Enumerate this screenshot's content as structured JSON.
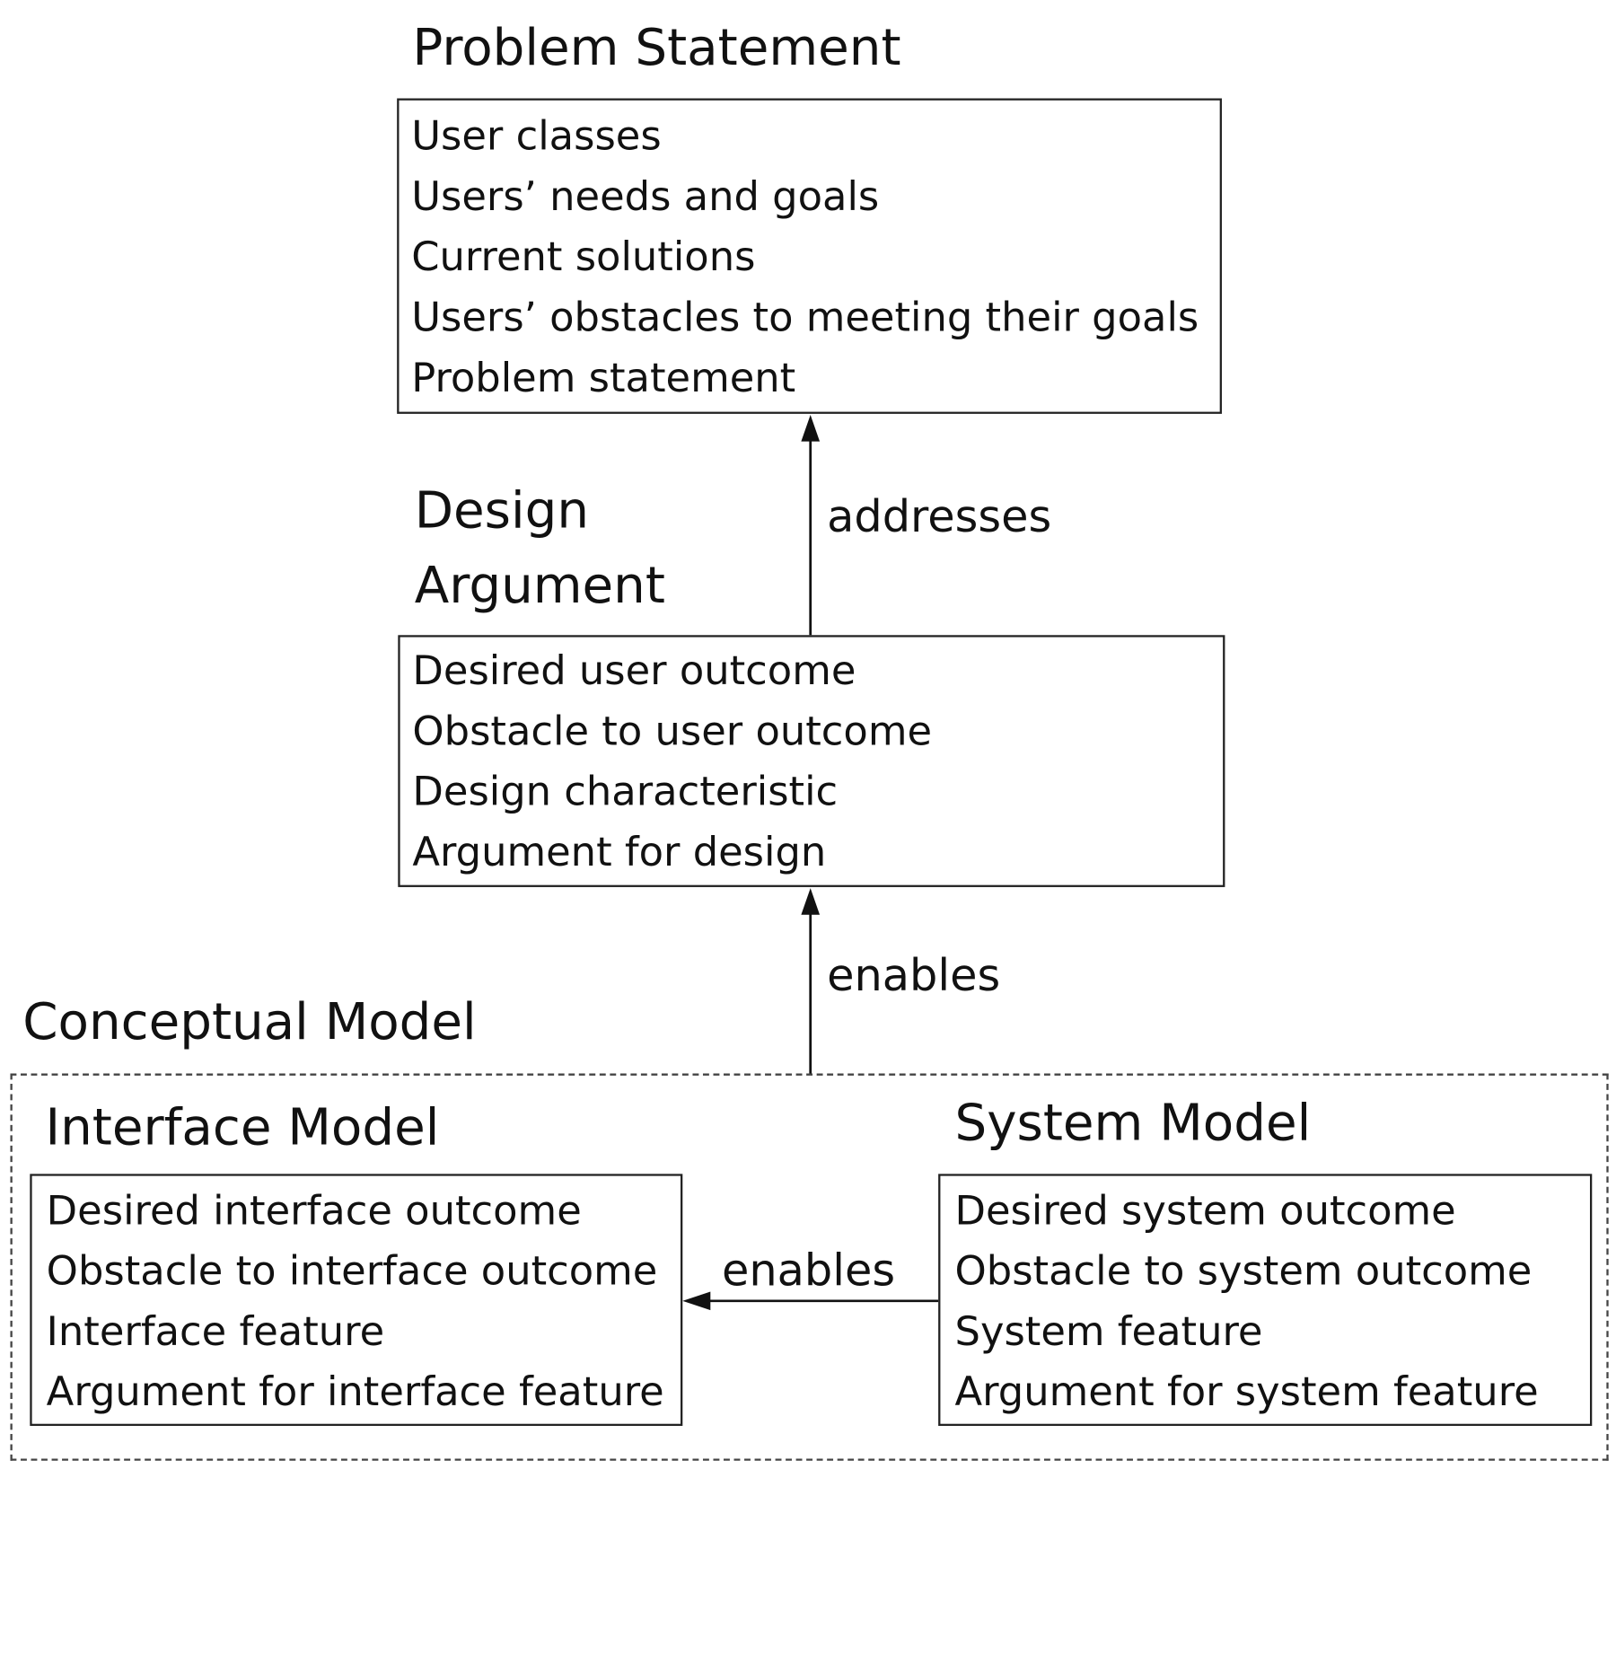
{
  "problem_statement": {
    "title": "Problem Statement",
    "items": [
      "User classes",
      "Users’ needs and goals",
      "Current solutions",
      "Users’ obstacles to meeting their goals",
      "Problem statement"
    ]
  },
  "design_argument": {
    "title_line1": "Design",
    "title_line2": "Argument",
    "items": [
      "Desired user outcome",
      "Obstacle to user outcome",
      "Design characteristic",
      "Argument for design"
    ]
  },
  "conceptual_model": {
    "title": "Conceptual Model",
    "interface_model": {
      "title": "Interface Model",
      "items": [
        "Desired interface outcome",
        "Obstacle to interface outcome",
        "Interface feature",
        "Argument for interface feature"
      ]
    },
    "system_model": {
      "title": "System Model",
      "items": [
        "Desired system outcome",
        "Obstacle to system outcome",
        "System feature",
        "Argument for system feature"
      ]
    }
  },
  "edges": {
    "design_to_problem": "addresses",
    "conceptual_to_design": "enables",
    "system_to_interface": "enables"
  }
}
